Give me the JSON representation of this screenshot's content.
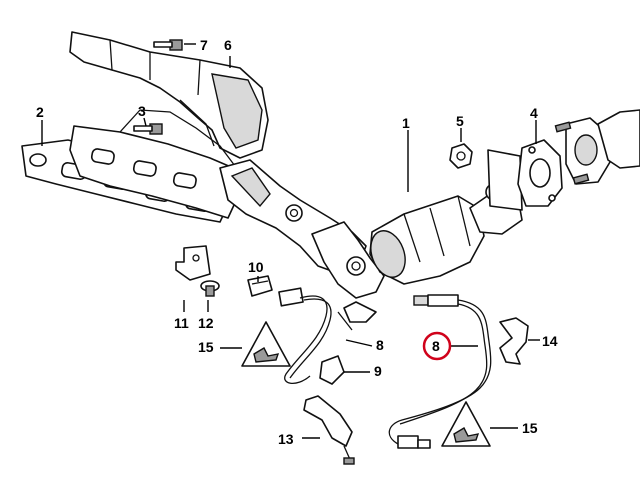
{
  "callouts": {
    "c1": "1",
    "c2": "2",
    "c3": "3",
    "c4": "4",
    "c5": "5",
    "c6": "6",
    "c7": "7",
    "c8a": "8",
    "c8b": "8",
    "c9": "9",
    "c10": "10",
    "c11": "11",
    "c12": "12",
    "c13": "13",
    "c14": "14",
    "c15a": "15",
    "c15b": "15"
  },
  "highlight_color": "#d0021b"
}
